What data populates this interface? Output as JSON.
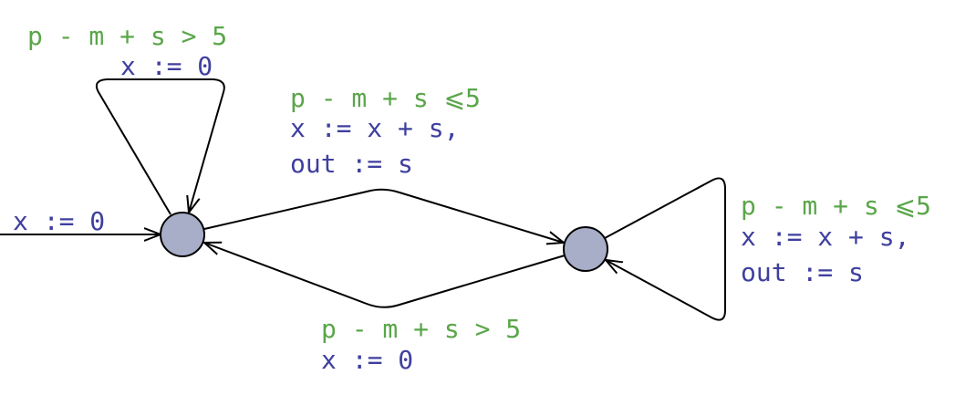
{
  "colors": {
    "guard": "#5aa64a",
    "update": "#3f3f9f",
    "location_fill": "#a8aec8"
  },
  "initial_edge": {
    "update": "x := 0"
  },
  "self_loop_left": {
    "guard": "p - m + s > 5",
    "update": "x := 0"
  },
  "edge_left_to_right": {
    "guard": "p - m + s ⩽5",
    "update_1": "x := x + s,",
    "update_2": "out := s"
  },
  "self_loop_right": {
    "guard": "p - m + s ⩽5",
    "update_1": "x := x + s,",
    "update_2": "out := s"
  },
  "edge_right_to_left": {
    "guard": "p - m + s > 5",
    "update": "x := 0"
  }
}
